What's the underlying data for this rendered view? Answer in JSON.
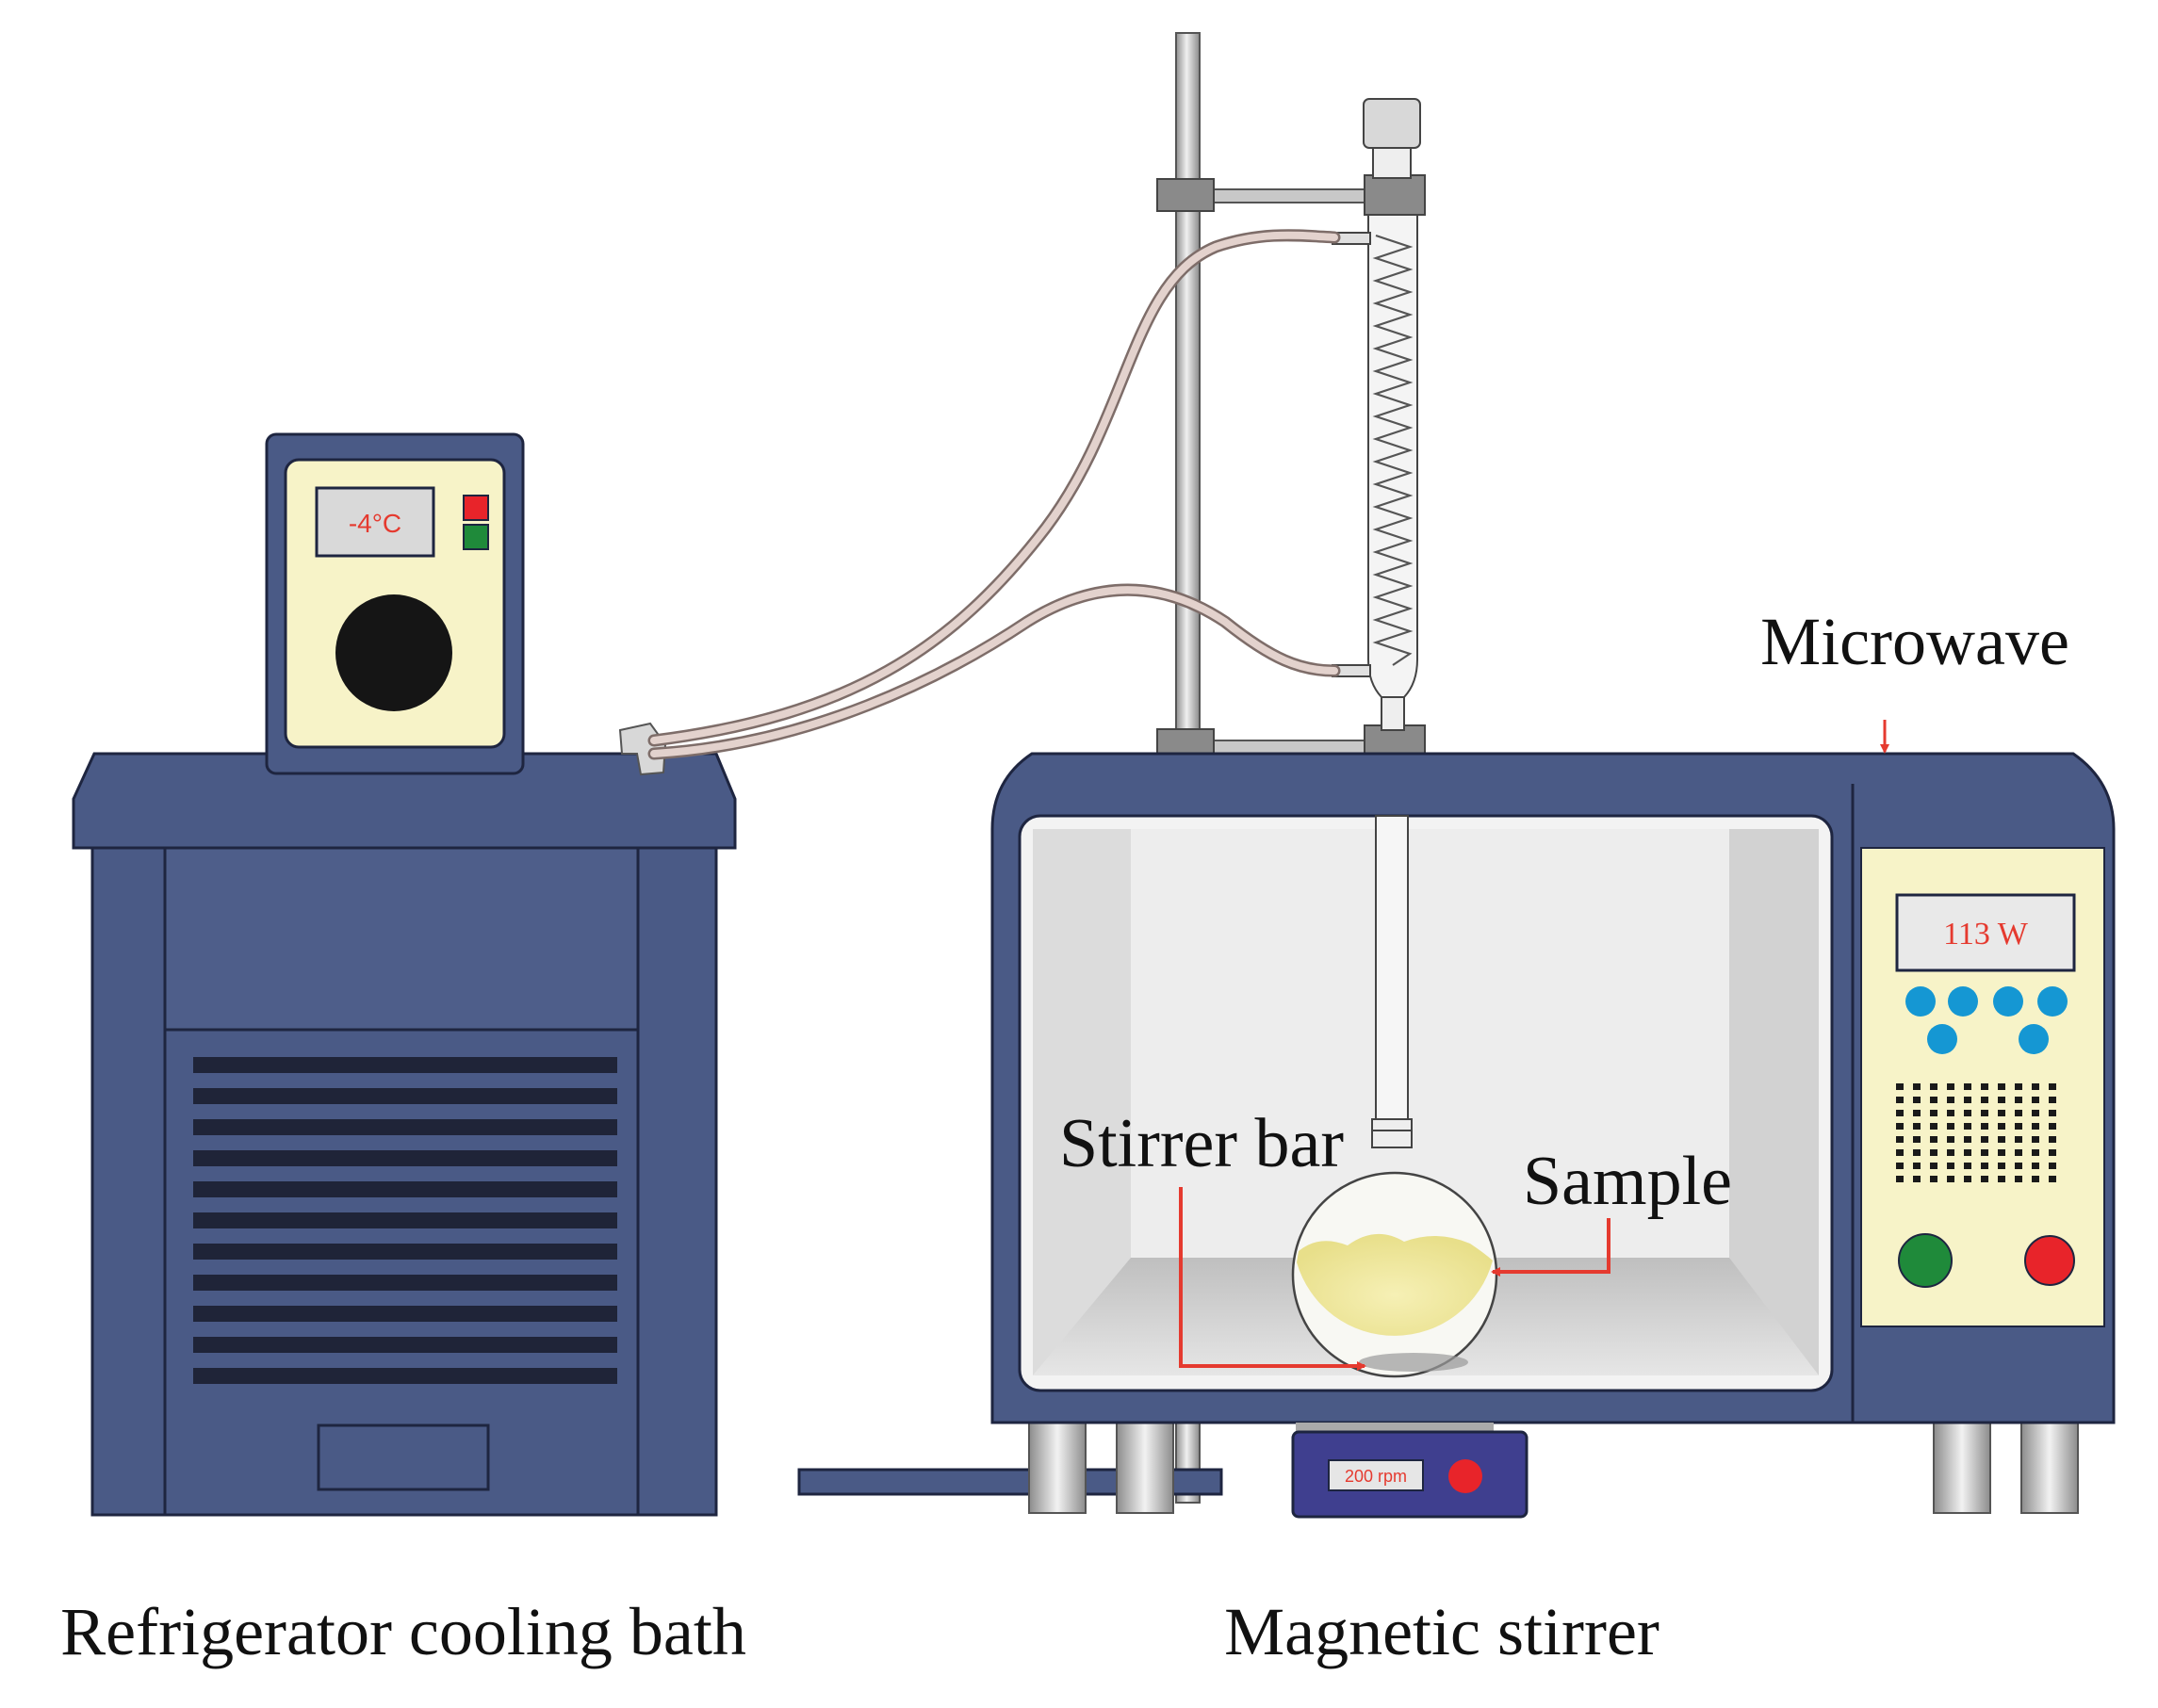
{
  "labels": {
    "microwave": "Microwave",
    "stirrer_bar": "Stirrer bar",
    "sample": "Sample",
    "cooling_bath": "Refrigerator cooling bath",
    "magnetic_stirrer": "Magnetic stirrer"
  },
  "displays": {
    "cooling_temp": "-4°C",
    "microwave_power": "113 W",
    "stirrer_speed": "200 rpm"
  },
  "colors": {
    "body_navy": "#4a5a86",
    "panel_cream": "#f7f3c8",
    "label_arrow": "#e53a2f",
    "tubing": "#cdb8b4",
    "button_green": "#1f8a3a",
    "button_red": "#e8242a",
    "button_blue": "#1597d3",
    "sample_yellow": "#f2ea96"
  }
}
